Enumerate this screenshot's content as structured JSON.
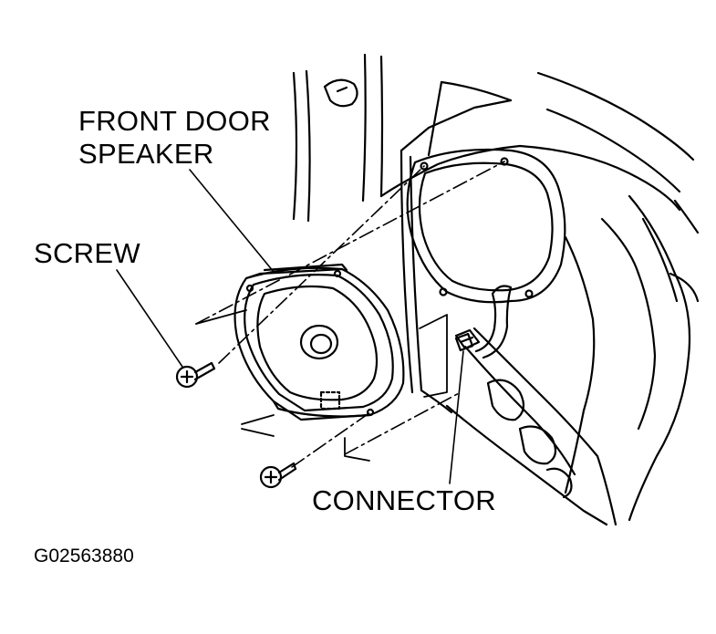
{
  "labels": {
    "front_door_line1": "FRONT DOOR",
    "front_door_line2": "SPEAKER",
    "screw": "SCREW",
    "connector": "CONNECTOR",
    "figure_id": "G02563880"
  },
  "colors": {
    "ink": "#000000",
    "background": "#ffffff"
  }
}
